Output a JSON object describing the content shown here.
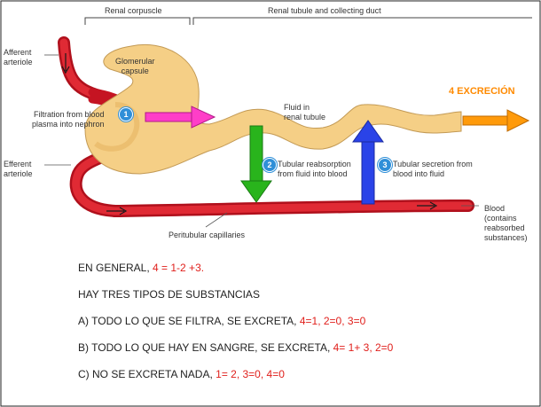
{
  "diagram": {
    "header_left": "Renal corpuscle",
    "header_right": "Renal tubule and collecting duct",
    "afferent": [
      "Afferent",
      "arteriole"
    ],
    "glomerular": [
      "Glomerular",
      "capsule"
    ],
    "filtration": [
      "Filtration from blood",
      "plasma into nephron"
    ],
    "fluid": [
      "Fluid in",
      "renal tubule"
    ],
    "efferent": [
      "Efferent",
      "arteriole"
    ],
    "reabsorption": [
      "Tubular reabsorption",
      "from fluid into blood"
    ],
    "secretion": [
      "Tubular secretion from",
      "blood into fluid"
    ],
    "peritubular": "Peritubular capillaries",
    "blood": [
      "Blood",
      "(contains",
      "reabsorbed",
      "substances)"
    ],
    "excretion": "4 EXCRECIÓN",
    "badges": [
      "1",
      "2",
      "3"
    ],
    "colors": {
      "blood": "#d8182a",
      "tubule": "#f5cf86",
      "filtration_arrow": "#ff3ec8",
      "reabsorption_arrow": "#29b41c",
      "secretion_arrow": "#2a43e8",
      "excretion_arrow": "#ff9a0a",
      "badge": "#2f8fd8"
    }
  },
  "text": {
    "line1": {
      "prefix": "EN GENERAL, ",
      "highlight": "4 = 1-2 +3."
    },
    "line2": "HAY TRES TIPOS DE SUBSTANCIAS",
    "line3": {
      "prefix": "A) TODO LO QUE SE FILTRA, SE EXCRETA, ",
      "highlight": "4=1, 2=0, 3=0"
    },
    "line4": {
      "prefix": "B) TODO LO QUE HAY EN SANGRE, SE EXCRETA, ",
      "highlight": "4= 1+ 3, 2=0"
    },
    "line5": {
      "prefix": "C)  NO SE EXCRETA NADA, ",
      "highlight": "1= 2, 3=0, 4=0"
    }
  }
}
